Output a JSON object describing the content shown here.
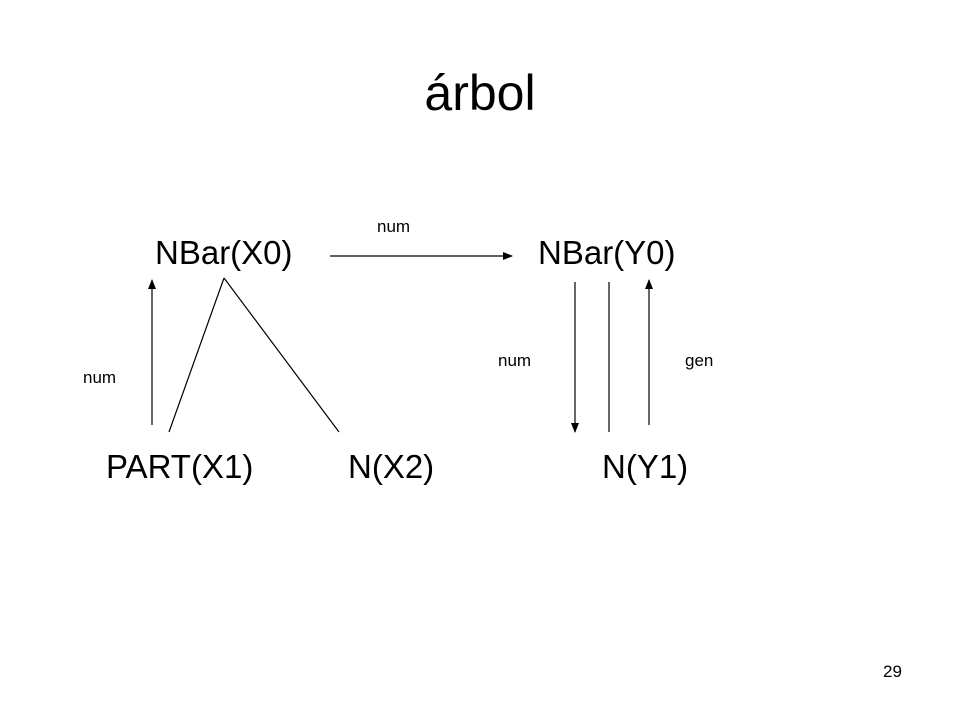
{
  "slide": {
    "title": "árbol",
    "page_number": "29"
  },
  "nodes": {
    "nbar_x0": "NBar(X0)",
    "nbar_y0": "NBar(Y0)",
    "part_x1": "PART(X1)",
    "n_x2": "N(X2)",
    "n_y1": "N(Y1)"
  },
  "edge_labels": {
    "top_num": "num",
    "left_num": "num",
    "right_num": "num",
    "right_gen": "gen"
  },
  "colors": {
    "text": "#000000",
    "line": "#000000",
    "background": "#ffffff"
  }
}
